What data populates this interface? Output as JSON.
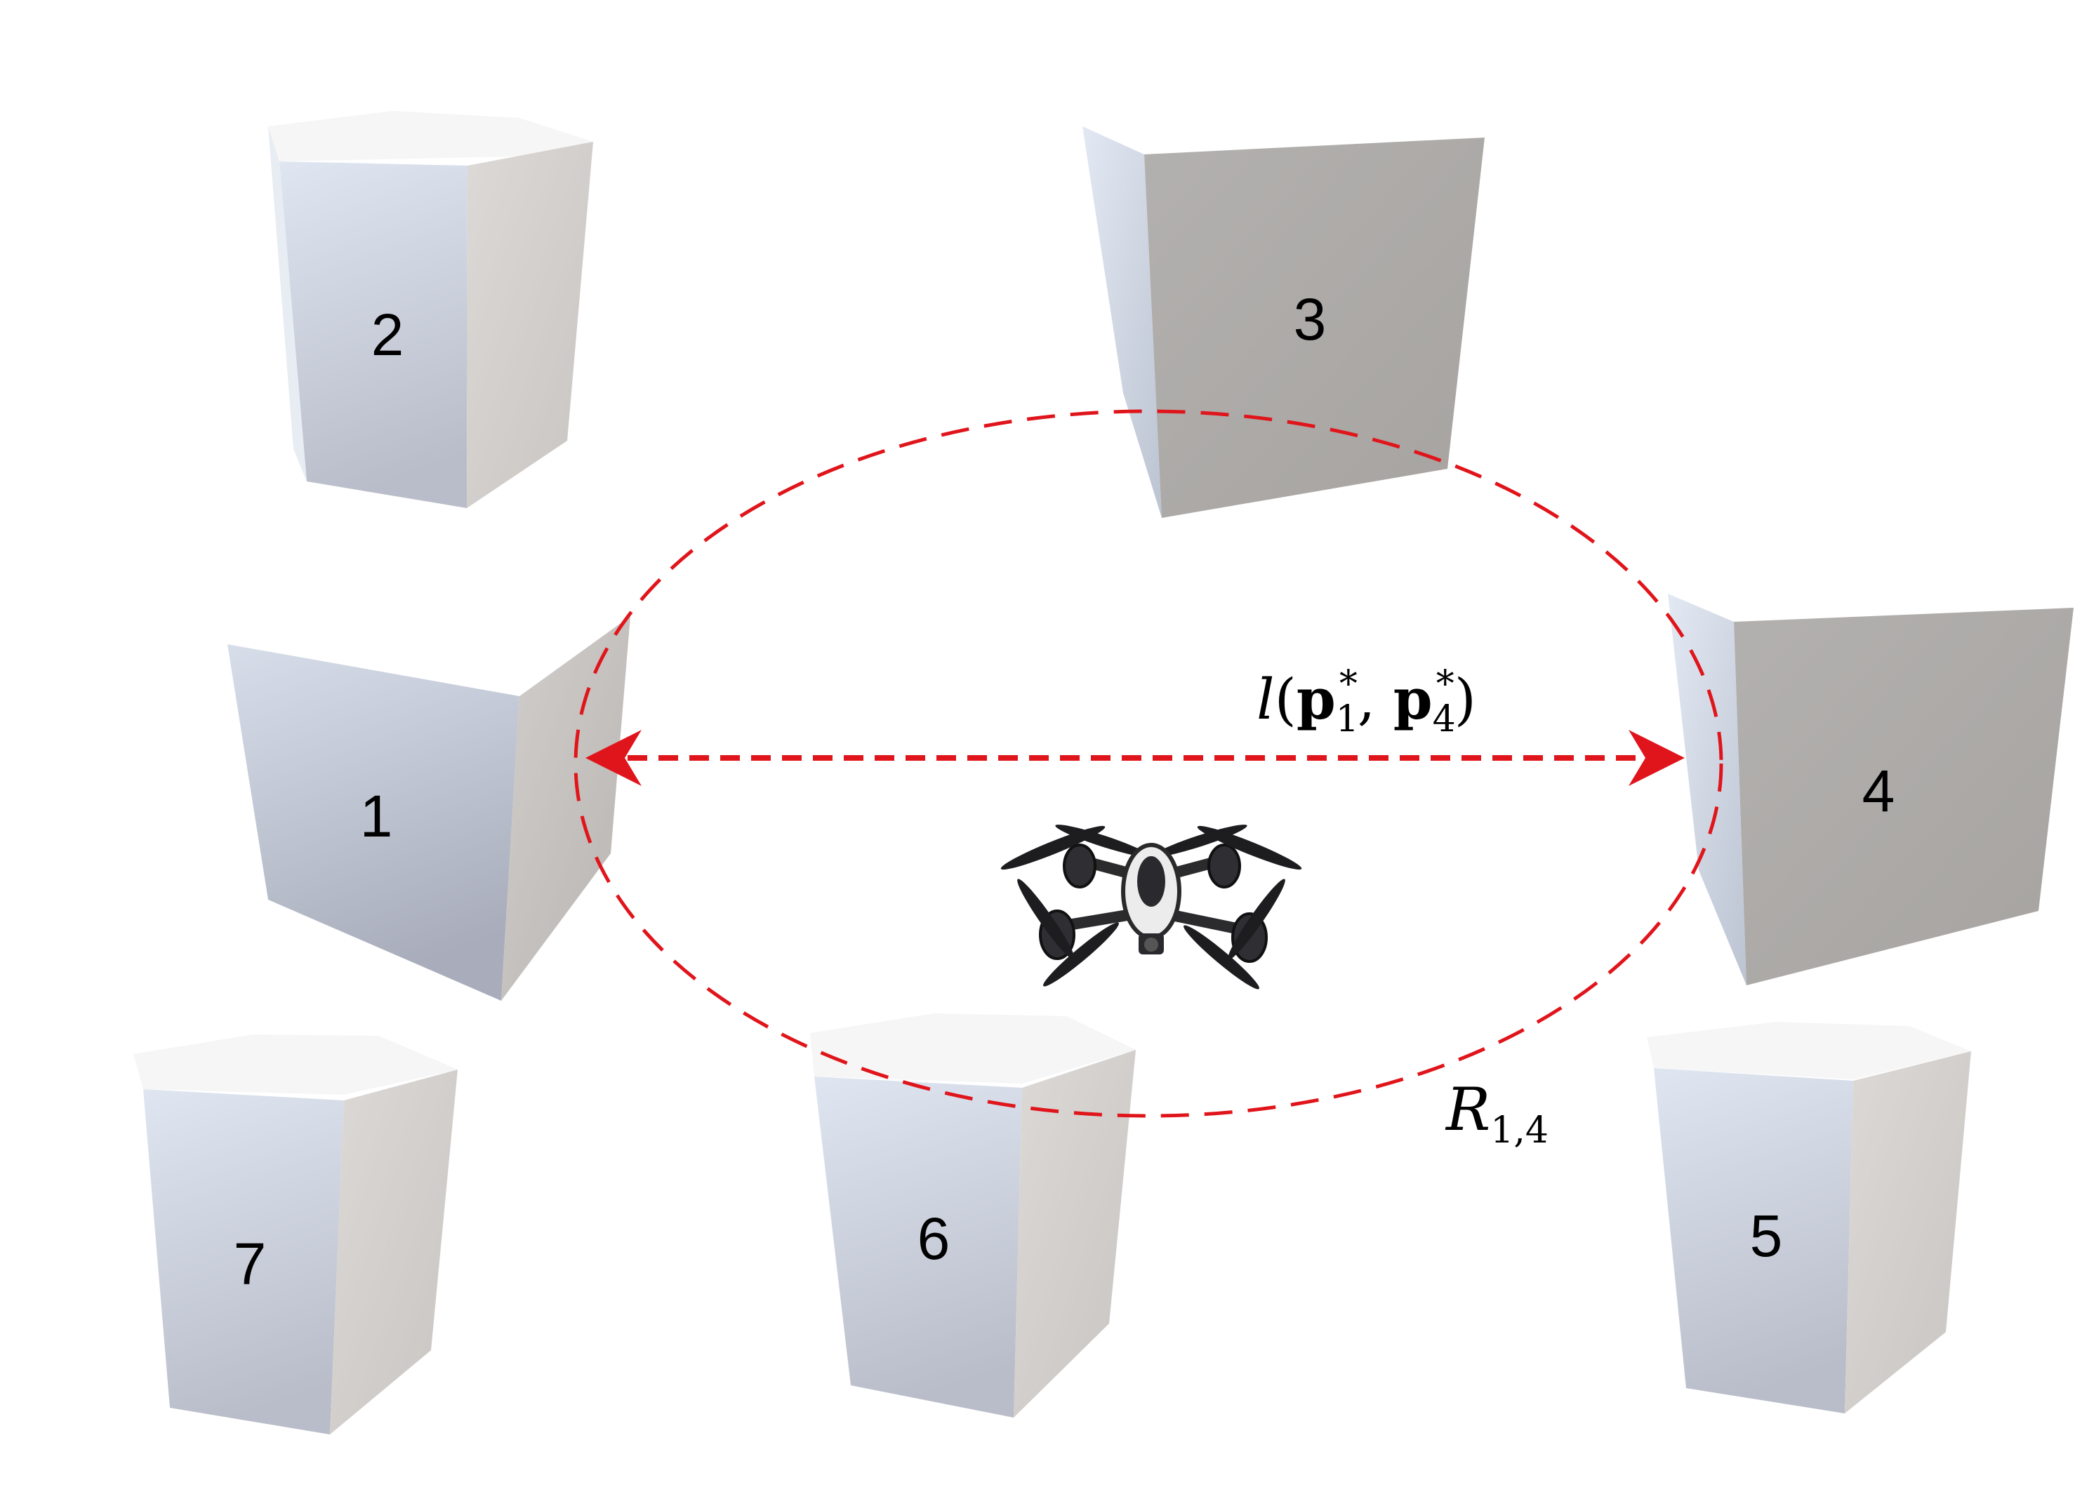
{
  "obstacles": [
    {
      "id": "1",
      "label": "1",
      "shape": "box"
    },
    {
      "id": "2",
      "label": "2",
      "shape": "hex-prism"
    },
    {
      "id": "3",
      "label": "3",
      "shape": "box"
    },
    {
      "id": "4",
      "label": "4",
      "shape": "box"
    },
    {
      "id": "5",
      "label": "5",
      "shape": "hex-prism"
    },
    {
      "id": "6",
      "label": "6",
      "shape": "hex-prism"
    },
    {
      "id": "7",
      "label": "7",
      "shape": "hex-prism"
    }
  ],
  "distance_label": {
    "func": "l",
    "open": "(",
    "p1_base": "p",
    "p1_sub": "1",
    "p1_sup": "*",
    "sep": ", ",
    "p4_base": "p",
    "p4_sub": "4",
    "p4_sup": "*",
    "close": ")"
  },
  "region_label": {
    "symbol": "R",
    "subscript": "1,4"
  },
  "colors": {
    "ellipse": "#e0151b",
    "arrow": "#e0151b",
    "face_light": "#d6dde8",
    "face_shadow": "#a8a6a4",
    "top": "#f7f7f7"
  },
  "icons": {
    "drone": "quadcopter-drone-icon"
  }
}
